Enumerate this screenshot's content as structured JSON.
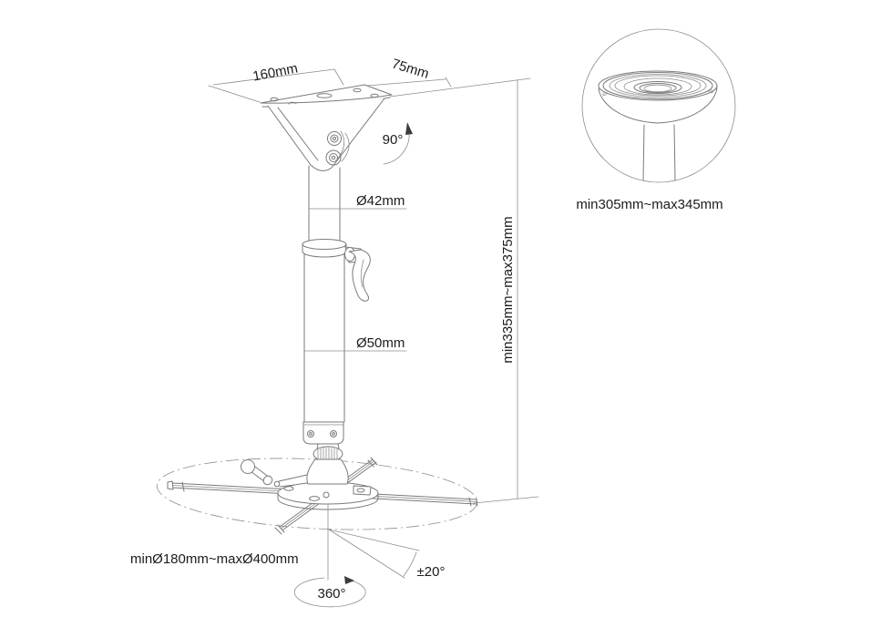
{
  "figure": {
    "type": "technical-line-drawing",
    "subject": "projector ceiling mount with adjustable telescopic tube and spider arms",
    "background_color": "#ffffff",
    "line_color": "#7a7a7a",
    "text_color": "#1b1b1b"
  },
  "labels": {
    "plate_width": "160mm",
    "ceiling_offset": "75mm",
    "bracket_swivel_angle": "90°",
    "upper_tube_diameter": "Ø42mm",
    "lower_tube_diameter": "Ø50mm",
    "height_range": "min335mm~max375mm",
    "detail_height_range": "min305mm~max345mm",
    "arm_span_range": "minØ180mm~maxØ400mm",
    "tilt_angle_range": "±20°",
    "rotation_range": "360°"
  }
}
